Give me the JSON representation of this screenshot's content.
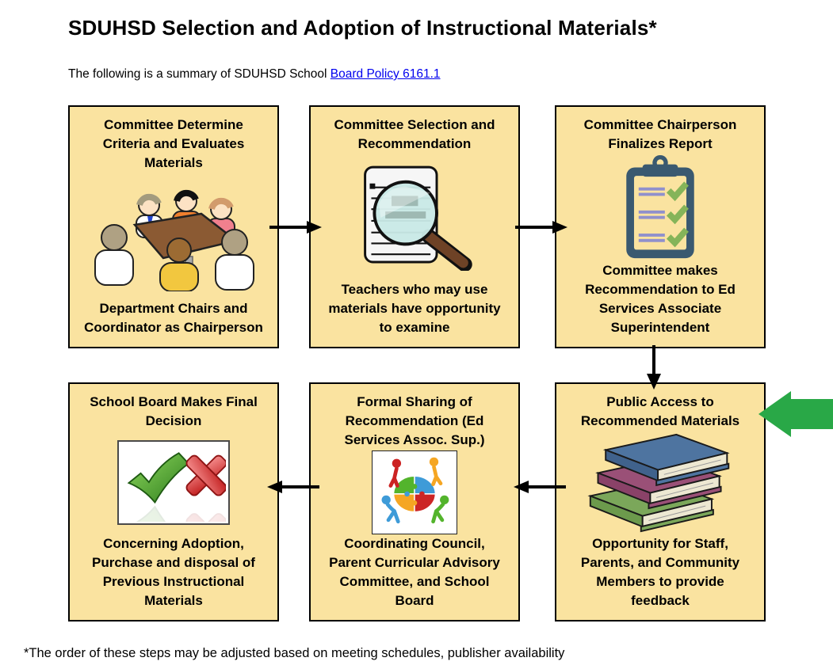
{
  "page": {
    "title": "SDUHSD Selection and Adoption of Instructional Materials*",
    "subtitle_prefix": "The following is a summary of SDUHSD School ",
    "subtitle_link": "Board Policy 6161.1",
    "footnote": "*The order of these steps may be adjusted based on meeting schedules, publisher availability"
  },
  "colors": {
    "box_background": "#FAE3A0",
    "box_border": "#000000",
    "link_blue": "#0000EE",
    "flow_arrow_black": "#000000",
    "highlight_arrow_green": "#29A847",
    "clipboard_slate": "#3A5970",
    "clipboard_lines_purple": "#9090CC",
    "check_green": "#85B459"
  },
  "boxes": [
    {
      "id": "committee-criteria",
      "title": "Committee Determine Criteria and Evaluates Materials",
      "caption": "Department Chairs and Coordinator as Chairperson",
      "icon": "meeting-clipart"
    },
    {
      "id": "committee-selection",
      "title": "Committee Selection and Recommendation",
      "caption": "Teachers who may use materials have opportunity to examine",
      "icon": "document-magnifier-clipart"
    },
    {
      "id": "chairperson-report",
      "title": "Committee Chairperson Finalizes Report",
      "caption": "Committee makes Recommendation to Ed Services Associate Superintendent",
      "icon": "clipboard-checklist-icon"
    },
    {
      "id": "school-board-decision",
      "title": "School Board Makes Final Decision",
      "caption": "Concerning Adoption, Purchase and disposal of Previous Instructional Materials",
      "icon": "check-and-x-clipart"
    },
    {
      "id": "formal-sharing",
      "title": "Formal Sharing of Recommendation (Ed Services Assoc. Sup.)",
      "caption": "Coordinating Council, Parent Curricular Advisory Committee, and School Board",
      "icon": "puzzle-teamwork-clipart"
    },
    {
      "id": "public-access",
      "title": "Public Access to Recommended Materials",
      "caption": "Opportunity for Staff, Parents, and Community Members to provide feedback",
      "icon": "books-stack-clipart"
    }
  ]
}
